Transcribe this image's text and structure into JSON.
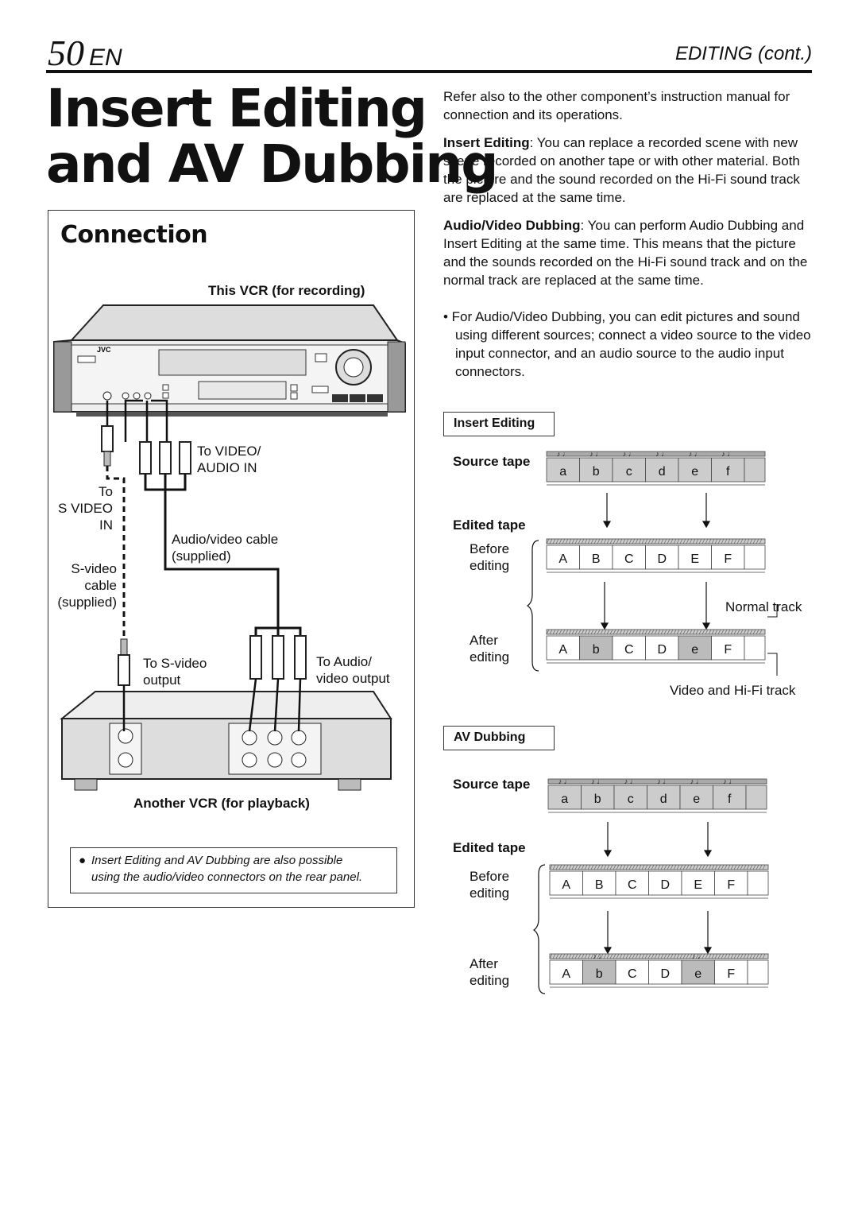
{
  "header": {
    "page_number": "50",
    "lang": "EN",
    "section": "EDITING (cont.)"
  },
  "title": {
    "line1": "Insert Editing",
    "line2": "and AV Dubbing"
  },
  "connection": {
    "heading": "Connection",
    "this_vcr": "This VCR (for recording)",
    "vcr_brand": "JVC",
    "to_video_audio": [
      "To VIDEO/",
      "AUDIO IN"
    ],
    "to_svideo_in": [
      "To",
      "S VIDEO",
      "IN"
    ],
    "av_cable": [
      "Audio/video cable",
      "(supplied)"
    ],
    "svideo_cable": [
      "S-video",
      "cable",
      "(supplied)"
    ],
    "to_svideo_output": [
      "To S-video",
      "output"
    ],
    "to_av_output": [
      "To Audio/",
      "video output"
    ],
    "another_vcr": "Another VCR (for playback)",
    "note_bullet": "●",
    "note": [
      "Insert Editing and AV Dubbing are also possible",
      "using the audio/video connectors on the rear panel."
    ]
  },
  "intro": "Refer also to the other component’s instruction manual for connection and its operations.",
  "insert_editing_def": {
    "term": "Insert Editing",
    "text": ": You can replace a recorded scene with new scene recorded on another tape or with other material. Both the picture and the sound recorded on the Hi-Fi sound track are replaced at the same time."
  },
  "av_dubbing_def": {
    "term": "Audio/Video Dubbing",
    "text": ": You can perform Audio Dubbing and Insert Editing at the same time. This means that the picture and the sounds recorded on the Hi-Fi sound track and on the normal track are replaced at the same time."
  },
  "bullet_text": "• For Audio/Video Dubbing, you can edit pictures and sound using different sources; connect a video source to the video input connector, and an audio source to the audio input connectors.",
  "insert_diagram": {
    "box_label": "Insert Editing",
    "source_tape": "Source tape",
    "edited_tape": "Edited tape",
    "before": [
      "Before",
      "editing"
    ],
    "after": [
      "After",
      "editing"
    ],
    "normal_track": "Normal track",
    "video_hifi_track": "Video and Hi-Fi track",
    "source_cells": [
      "a",
      "b",
      "c",
      "d",
      "e",
      "f"
    ],
    "before_cells": [
      "A",
      "B",
      "C",
      "D",
      "E",
      "F"
    ],
    "after_cells": [
      "A",
      "b",
      "C",
      "D",
      "e",
      "F"
    ]
  },
  "av_diagram": {
    "box_label": "AV Dubbing",
    "source_tape": "Source tape",
    "edited_tape": "Edited tape",
    "before": [
      "Before",
      "editing"
    ],
    "after": [
      "After",
      "editing"
    ],
    "source_cells": [
      "a",
      "b",
      "c",
      "d",
      "e",
      "f"
    ],
    "before_cells": [
      "A",
      "B",
      "C",
      "D",
      "E",
      "F"
    ],
    "after_cells": [
      "A",
      "b",
      "C",
      "D",
      "e",
      "F"
    ]
  }
}
